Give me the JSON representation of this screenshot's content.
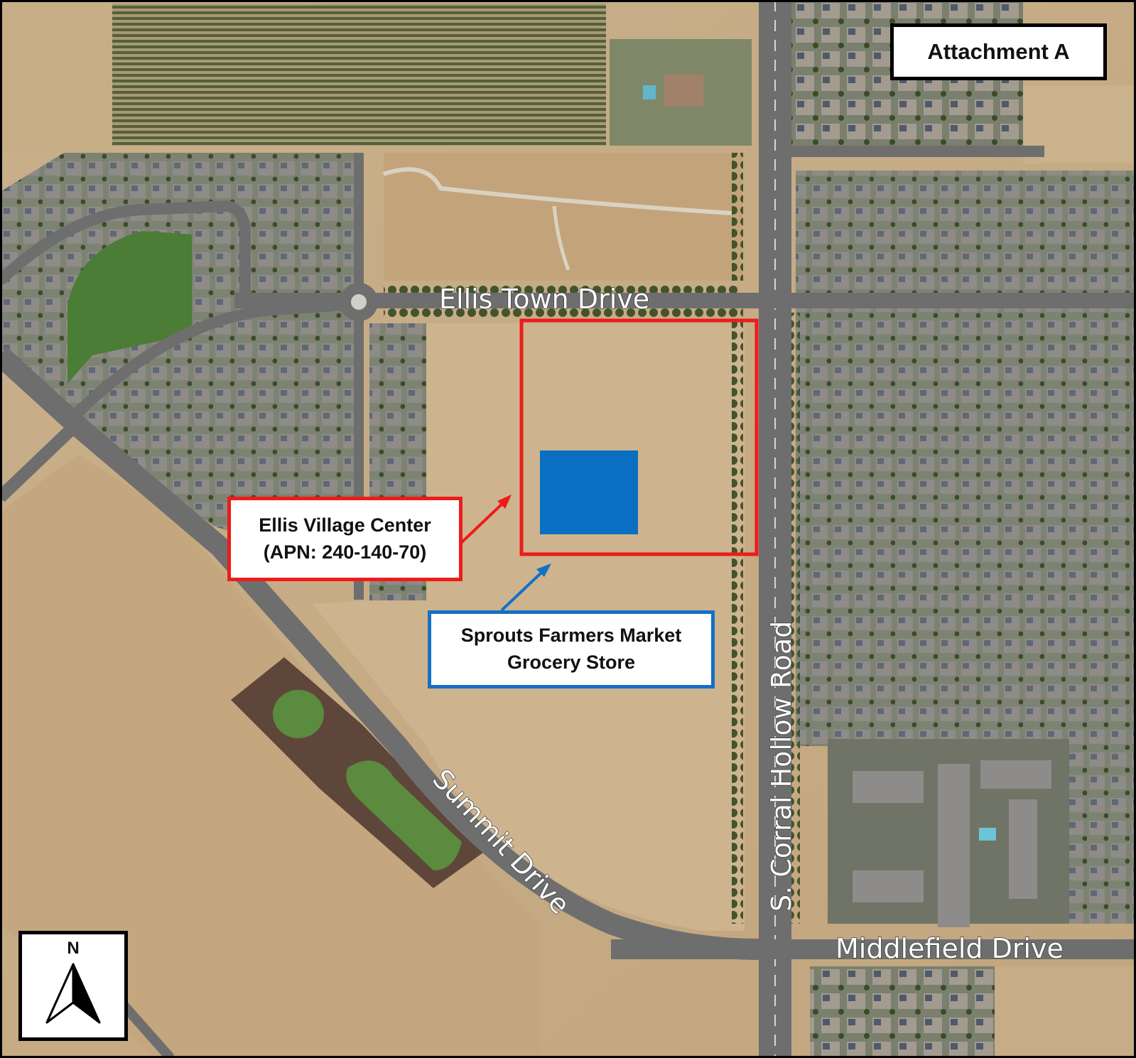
{
  "attachment_label": "Attachment A",
  "roads": {
    "ellis_town": "Ellis Town Drive",
    "corral_hollow": "S. Corral Hollow Road",
    "summit": "Summit Drive",
    "middlefield": "Middlefield Drive"
  },
  "callouts": {
    "ellis_village": {
      "line1": "Ellis Village Center",
      "line2": "(APN: 240-140-70)"
    },
    "sprouts": {
      "line1": "Sprouts Farmers Market",
      "line2": "Grocery Store"
    }
  },
  "north_arrow": {
    "letter": "N"
  },
  "colors": {
    "parcel_outline": "#ee1b1b",
    "store_footprint": "#0a6fc2",
    "field": "#cbb18c",
    "road": "#6e6e6e",
    "houses": "#8a8680",
    "trees": "#4a5a30"
  }
}
